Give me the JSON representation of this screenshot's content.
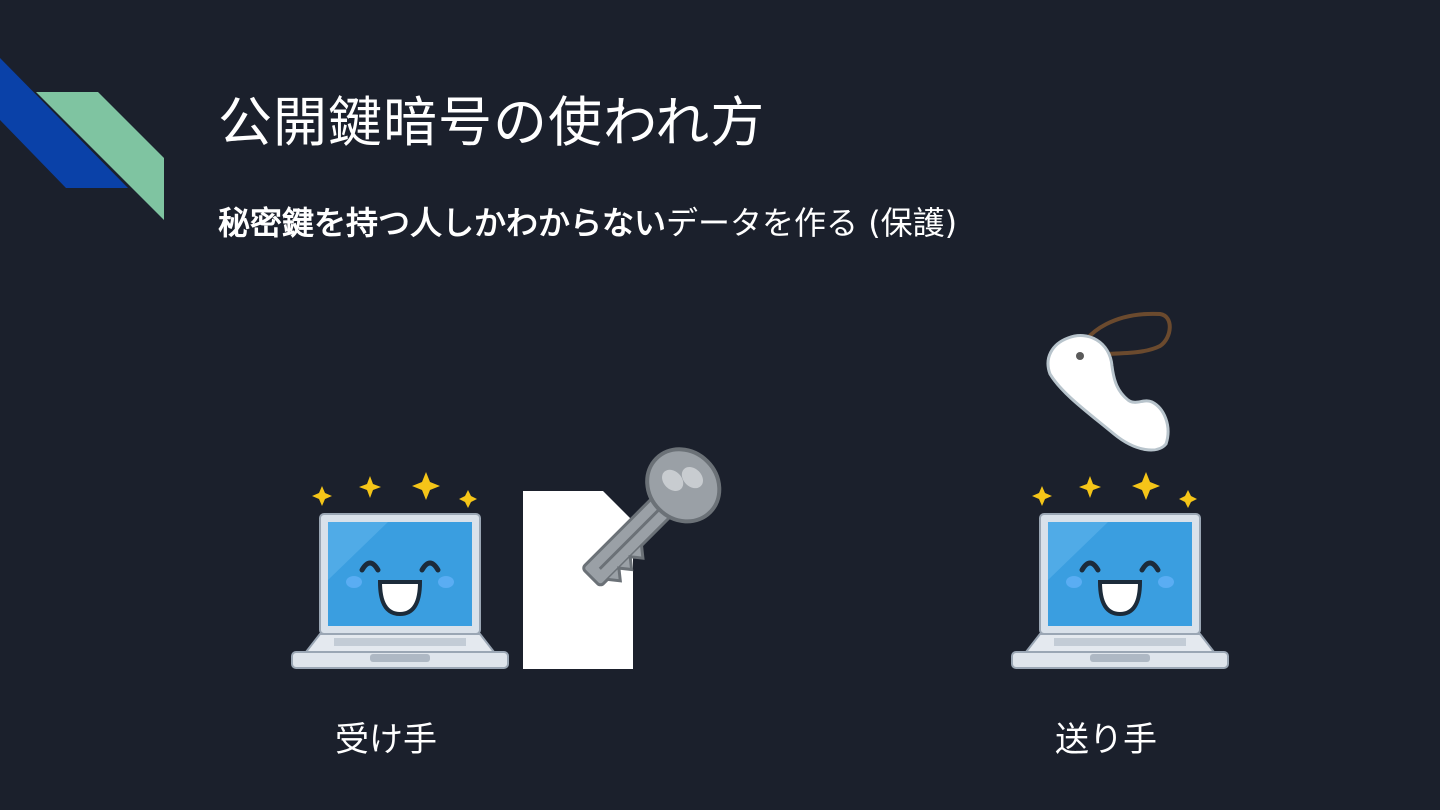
{
  "slide": {
    "title": "公開鍵暗号の使われ方",
    "subtitle_bold": "秘密鍵を持つ人しかわからない",
    "subtitle_rest": "データを作る (保護)",
    "receiver_label": "受け手",
    "sender_label": "送り手"
  },
  "icons": [
    "laptop-smile-icon",
    "document-icon",
    "key-icon",
    "keytag-icon",
    "sparkle-icon"
  ],
  "colors": {
    "background": "#1b202c",
    "accent_blue": "#0a41a8",
    "accent_green": "#7fc4a1",
    "text": "#ffffff"
  }
}
